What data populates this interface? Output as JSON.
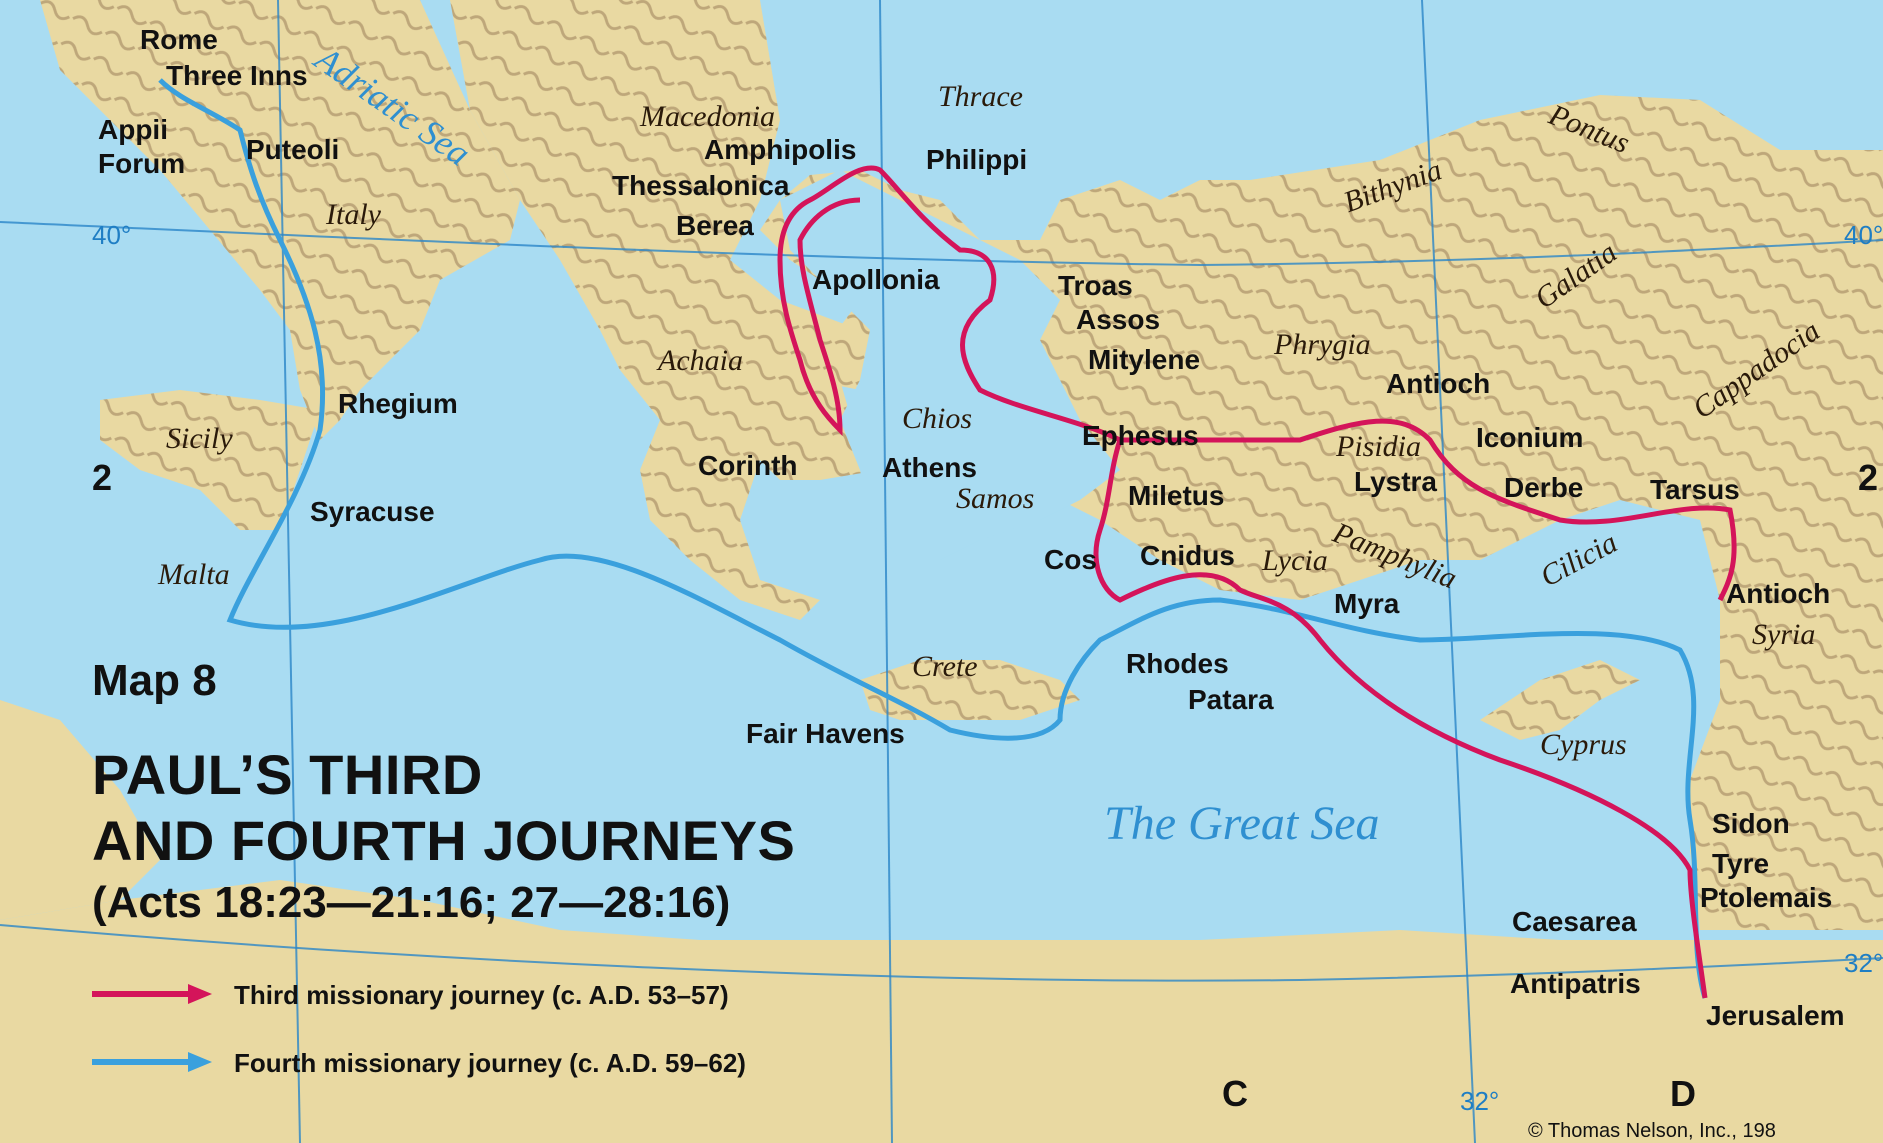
{
  "map_title": {
    "map_number": "Map 8",
    "line1": "PAUL’S THIRD",
    "line2": "AND FOURTH JOURNEYS",
    "subtitle": "(Acts 18:23—21:16; 27—28:16)"
  },
  "legend": [
    {
      "label": "Third missionary journey (c. A.D. 53–57)",
      "color": "#d4145a"
    },
    {
      "label": "Fourth missionary journey (c. A.D. 59–62)",
      "color": "#3aa0dd"
    }
  ],
  "colors": {
    "sea": "#a9dcf2",
    "land": "#e9d9a2",
    "relief": "#8a6b4a",
    "third_journey": "#d4145a",
    "fourth_journey": "#3aa0dd",
    "grid": "#2b86c8"
  },
  "cities": [
    "Rome",
    "Three Inns",
    "Appii",
    "Forum",
    "Puteoli",
    "Rhegium",
    "Syracuse",
    "Amphipolis",
    "Philippi",
    "Thessalonica",
    "Berea",
    "Apollonia",
    "Corinth",
    "Athens",
    "Troas",
    "Assos",
    "Mitylene",
    "Ephesus",
    "Miletus",
    "Cos",
    "Cnidus",
    "Rhodes",
    "Patara",
    "Myra",
    "Antioch",
    "Iconium",
    "Lystra",
    "Derbe",
    "Tarsus",
    "Antioch",
    "Sidon",
    "Tyre",
    "Ptolemais",
    "Caesarea",
    "Antipatris",
    "Jerusalem",
    "Fair Havens"
  ],
  "regions": [
    "Italy",
    "Sicily",
    "Malta",
    "Macedonia",
    "Thrace",
    "Achaia",
    "Crete",
    "Chios",
    "Samos",
    "Bithynia",
    "Pontus",
    "Galatia",
    "Phrygia",
    "Cappadocia",
    "Pisidia",
    "Pamphylia",
    "Lycia",
    "Cilicia",
    "Syria",
    "Cyprus"
  ],
  "seas": [
    "Adriatic Sea",
    "The Great Sea"
  ],
  "grid_labels": {
    "lat_40_left": "40°",
    "lat_40_right": "40°",
    "lat_32_right": "32°",
    "lon_32_bottom": "32°",
    "row_2_left": "2",
    "row_2_right": "2",
    "col_c": "C",
    "col_d": "D"
  },
  "copyright": "© Thomas Nelson, Inc., 198"
}
